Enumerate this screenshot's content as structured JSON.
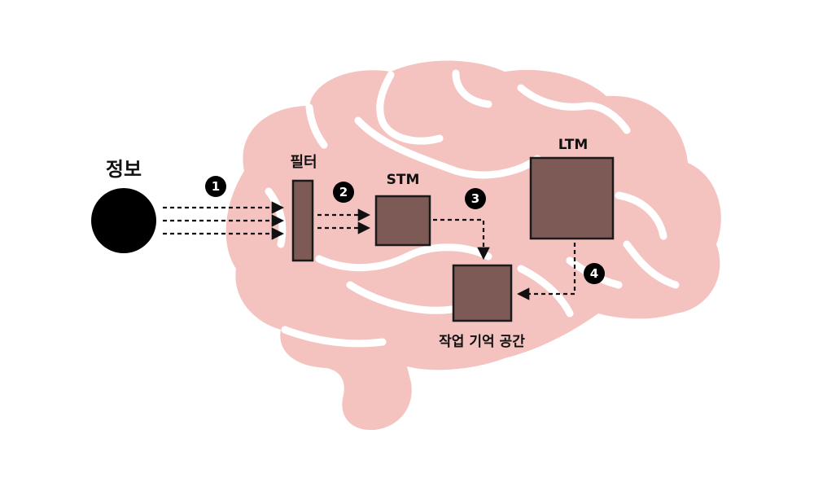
{
  "labels": {
    "info": "정보",
    "filter": "필터",
    "stm": "STM",
    "ltm": "LTM",
    "working_memory": "작업 기억 공간"
  },
  "steps": [
    "1",
    "2",
    "3",
    "4"
  ],
  "colors": {
    "brain": "#f4c3c0",
    "box": "#7d5a56",
    "ink": "#111111"
  }
}
